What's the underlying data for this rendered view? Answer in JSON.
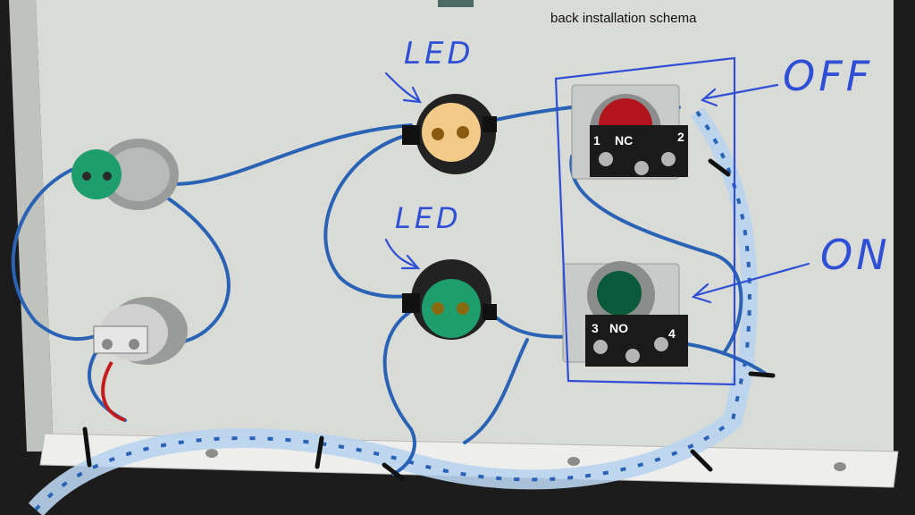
{
  "caption": "back installation schema",
  "annotations": {
    "led_top": "LED",
    "led_bottom": "LED",
    "off": "OFF",
    "on": "ON"
  },
  "contact_block_nc": {
    "num_left": "1",
    "type": "NC",
    "num_right": "2"
  },
  "contact_block_no": {
    "num_left": "3",
    "type": "NO",
    "num_right": "4"
  },
  "colors": {
    "panel": "#dcdedb",
    "wire": "#2a63b5",
    "annotation_ink": "#2f4fd6",
    "led_amber": "#f2c987",
    "led_green": "#1e9e6c",
    "button_red": "#b3131c",
    "button_green": "#0b5a3c"
  }
}
